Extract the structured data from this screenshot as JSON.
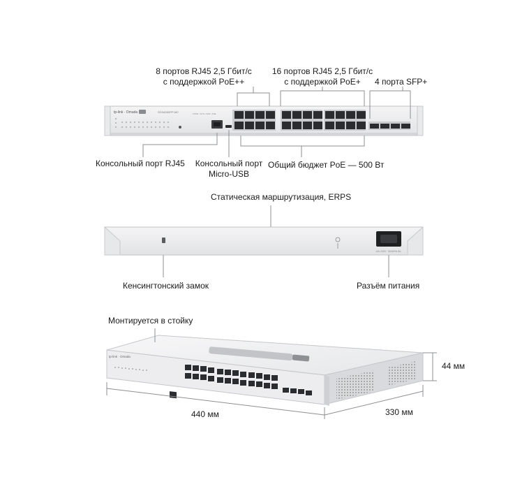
{
  "front": {
    "label_8ports_l1": "8 портов RJ45 2,5 Гбит/с",
    "label_8ports_l2": "с поддержкой PoE++",
    "label_16ports_l1": "16 портов RJ45 2,5 Гбит/с",
    "label_16ports_l2": "с поддержкой PoE+",
    "label_sfp": "4 порта SFP+",
    "label_console_rj45": "Консольный порт RJ45",
    "label_console_usb_l1": "Консольный порт",
    "label_console_usb_l2": "Micro-USB",
    "label_poe_budget": "Общий бюджет PoE — 500 Вт",
    "brand": "tp-link · Omada",
    "model": "SG3428XPP-M2"
  },
  "rear": {
    "label_routing": "Статическая маршрутизация, ERPS",
    "label_lock": "Кенсингтонский замок",
    "label_power": "Разъём питания"
  },
  "perspective": {
    "label_rack": "Монтируется в стойку",
    "label_width": "440 мм",
    "label_depth": "330 мм",
    "label_height": "44 мм"
  }
}
